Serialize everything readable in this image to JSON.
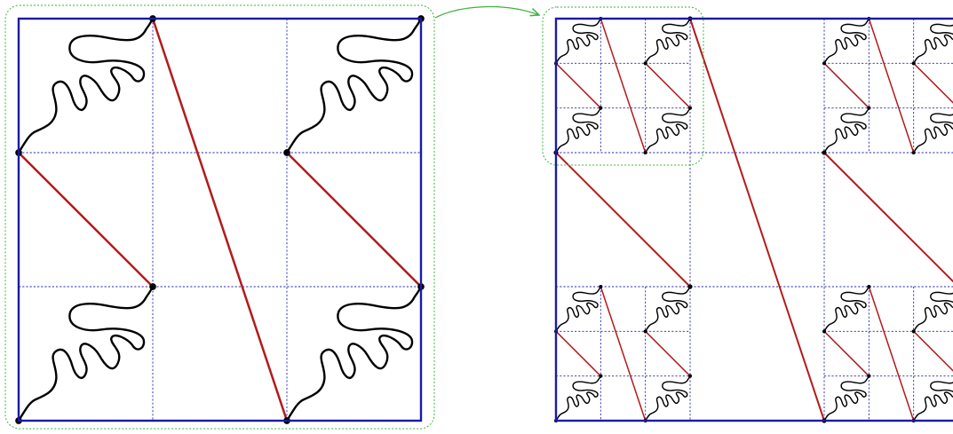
{
  "colors": {
    "frame": "#1a1aa6",
    "grid": "#2a2ab8",
    "chord": "#b31b1b",
    "curve": "#000000",
    "point": "#000000",
    "highlight": "#3cb33c"
  },
  "panels": [
    {
      "name": "base-panel",
      "levels": 1
    },
    {
      "name": "refined-panel",
      "levels": 2
    }
  ],
  "arrow": {
    "from": "base-panel",
    "to": "refined-panel"
  }
}
